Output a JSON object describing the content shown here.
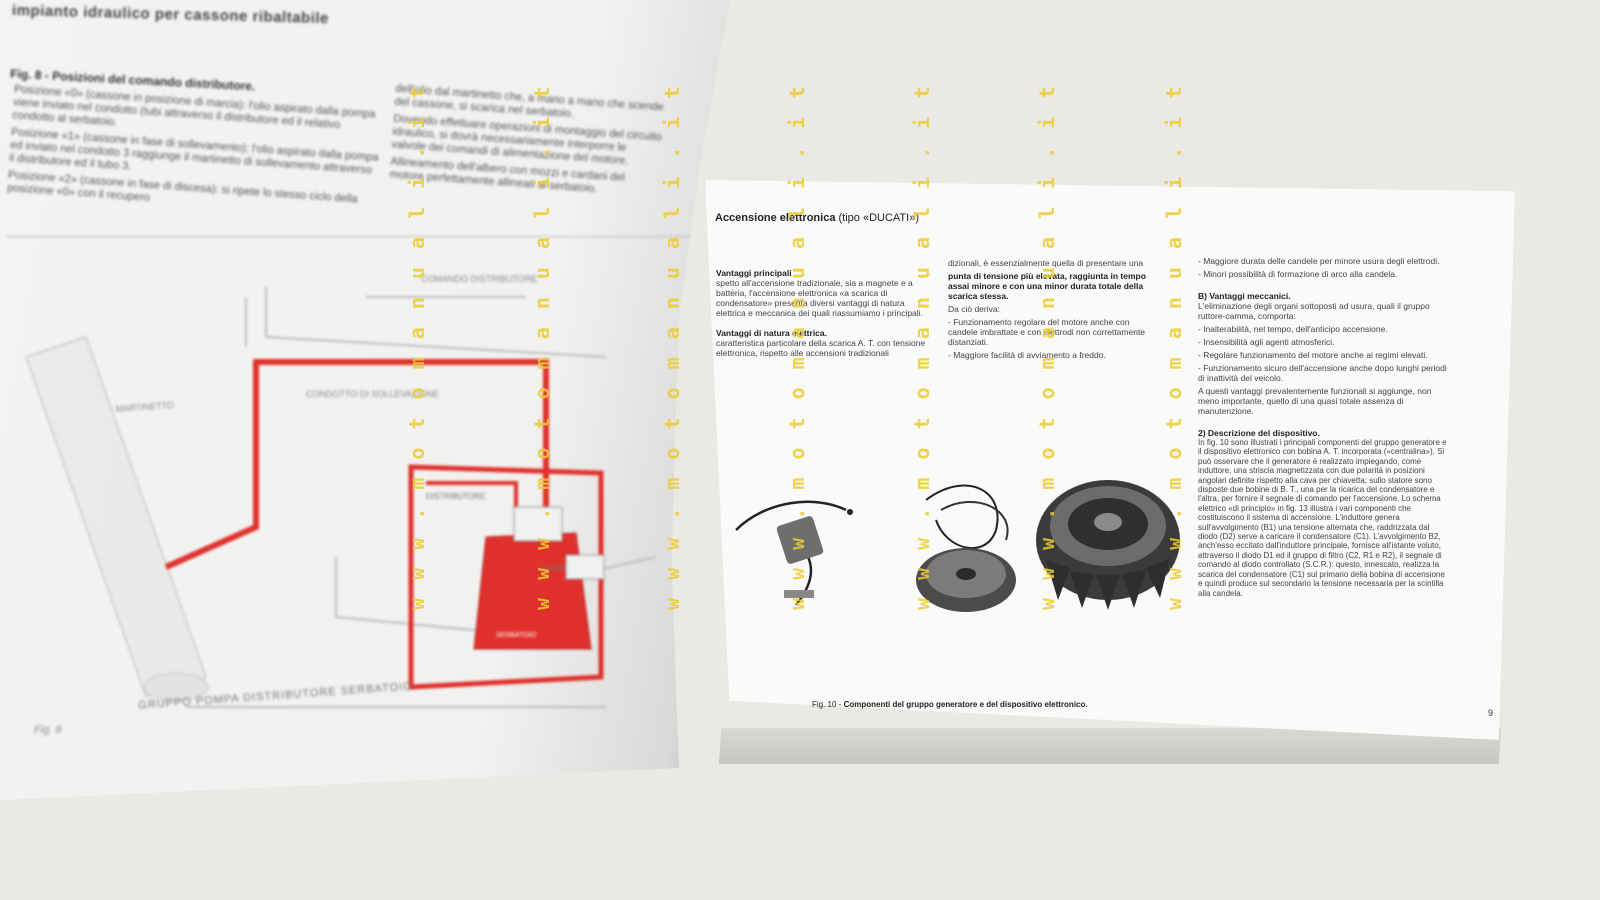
{
  "left_page": {
    "header": "impianto idraulico per cassone ribaltabile",
    "figure_title": "Fig. 8 - Posizioni del comando distributore.",
    "col1": [
      "Posizione «0» (cassone in posizione di marcia): l'olio aspirato dalla pompa viene inviato nel condotto (tubi attraverso il distributore ed il relativo condotto al serbatoio.",
      "Posizione «1» (cassone in fase di sollevamento): l'olio aspirato dalla pompa ed inviato nel condotto 3 raggiunge il martinetto di sollevamento attraverso il distributore ed il tubo 3.",
      "Posizione «2» (cassone in fase di discesa): si ripete lo stesso ciclo della posizione «0» con il recupero"
    ],
    "col2": [
      "dell'olio dal martinetto che, a mano a mano che scende del cassone, si scarica nel serbatoio.",
      "Dovendo effettuare operazioni di montaggio del circuito idraulico, si dovrà necessariamente interporre le valvole dei comandi di alimentazione del motore.",
      "Allineamento dell'albero con mozzi e cardani del motore perfettamente allineati al serbatoio."
    ],
    "labels": {
      "comando": "COMANDO DISTRIBUTORE",
      "martinetto": "MARTINETTO",
      "condotto": "CONDOTTO DI SOLLEVAZIONE",
      "distributore": "DISTRIBUTORE",
      "serbatoio": "SERBATOIO",
      "pompa": "POMPA"
    },
    "bottom_caption": "GRUPPO POMPA DISTRIBUTORE SERBATOIO",
    "fig_label": "Fig. 8"
  },
  "right_page": {
    "title": "Accensione elettronica",
    "title_suffix": "(tipo «DUCATI»)",
    "col1": {
      "h1": "Vantaggi principali",
      "p1": "spetto all'accensione tradizionale, sia a magnete e a batteria, l'accensione elettronica «a scarica di condensatore» presenta diversi vantaggi di natura elettrica e meccanica dei quali riassumiamo i principali.",
      "h2": "Vantaggi di natura elettrica.",
      "p2": "caratteristica particolare della scarica A. T. con tensione elettronica, rispetto alle accensioni tradizionali"
    },
    "col2": {
      "p1": "dizionali, è essenzialmente quella di presentare una",
      "b1": "punta di tensione più elevata, raggiunta in tempo assai minore e con una minor durata totale della scarica stessa.",
      "p2": "Da ciò deriva:",
      "items": [
        "- Funzionamento regolare del motore anche con candele imbrattate e con elettrodi non correttamente distanziati.",
        "- Maggiore facilità di avviamento a freddo."
      ]
    },
    "col3": {
      "items": [
        "- Maggiore durata delle candele per minore usura degli elettrodi.",
        "- Minori possibilità di formazione di arco alla candela."
      ],
      "h1": "B) Vantaggi meccanici.",
      "p1": "L'eliminazione degli organi sottoposti ad usura, quali il gruppo ruttore-camma, comporta:",
      "items2": [
        "- Inalterabilità, nel tempo, dell'anticipo accensione.",
        "- Insensibilità agli agenti atmosferici.",
        "- Regolare funzionamento del motore anche ai regimi elevati.",
        "- Funzionamento sicuro dell'accensione anche dopo lunghi periodi di inattività del veicolo."
      ],
      "p2": "A questi vantaggi prevalentemente funzionali si aggiunge, non meno importante, quello di una quasi totale assenza di manutenzione.",
      "h2": "2) Descrizione del dispositivo.",
      "p3": "In fig. 10 sono illustrati i principali componenti del gruppo generatore e il dispositivo elettronico con bobina A. T. incorporata («centralina»). Si può osservare che il generatore è realizzato impiegando, come induttore, una striscia magnetizzata con due polarità in posizioni angolari definite rispetto alla cava per chiavetta; sullo statore sono disposte due bobine di B. T., una per la ricarica del condensatore e l'altra, per fornire il segnale di comando per l'accensione. Lo schema elettrico «di principio» in fig. 13 illustra i vari componenti che costituiscono il sistema di accensione. L'induttore genera sull'avvolgimento (B1) una tensione alternata che, raddrizzata dal diodo (D2) serve a caricare il condensatore (C1). L'avvolgimento B2, anch'esso eccitato dall'induttore principale, fornisce all'istante voluto, attraverso il diodo D1 ed il gruppo di filtro (C2, R1 e R2), il segnale di comando al diodo controllato (S.C.R.): questo, innescato, realizza la scarica del condensatore (C1) sul primario della bobina di accensione e quindi produce sul secondario la tensione necessaria per la scintilla alla candela."
    },
    "fig_caption_prefix": "Fig. 10 -",
    "fig_caption": "Componenti del gruppo generatore e del dispositivo elettronico.",
    "page_number": "9"
  },
  "watermark": "w w w . m o t o m a n u a l i . i t",
  "colors": {
    "diagram_red": "#e0302c",
    "watermark": "#ecc830"
  }
}
